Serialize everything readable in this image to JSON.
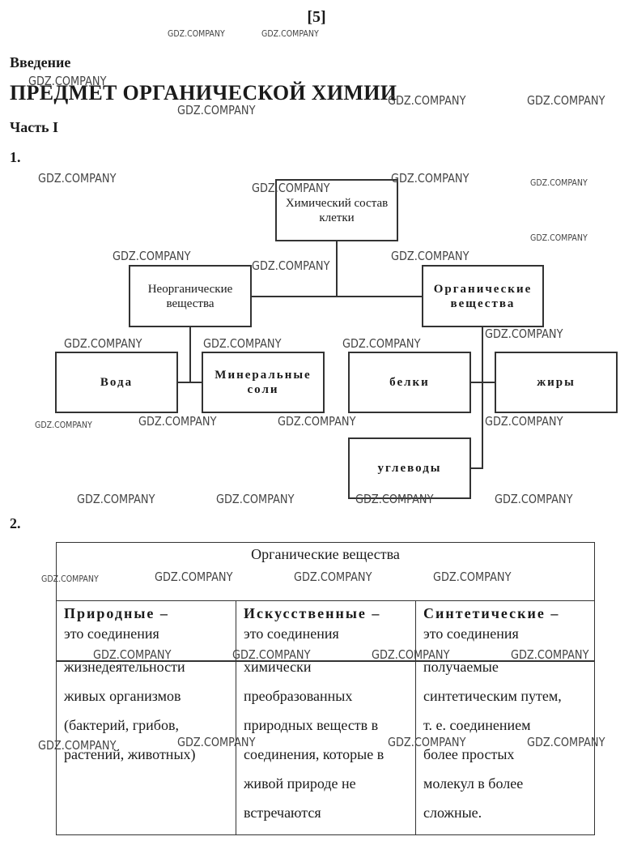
{
  "header": {
    "page_number": "[5]"
  },
  "doc": {
    "intro": "Введение",
    "title": "ПРЕДМЕТ ОРГАНИЧЕСКОЙ ХИМИИ",
    "part": "Часть I",
    "task1": "1.",
    "task2": "2."
  },
  "diagram": {
    "root": "Химический состав клетки",
    "inorganic": "Неорганические вещества",
    "organic": "Органические вещества",
    "water": "Вода",
    "minerals": "Минеральные соли",
    "proteins": "белки",
    "fats": "жиры",
    "carbs": "углеводы"
  },
  "table": {
    "header": "Органические вещества",
    "columns": [
      {
        "title": "Природные –",
        "lines": [
          "это соединения",
          "жизнедеятельности",
          "живых организмов",
          "(бактерий, грибов,",
          "растений, животных)"
        ]
      },
      {
        "title": "Искусственные –",
        "lines": [
          "это соединения",
          "химически",
          "преобразованных",
          "природных веществ в",
          "соединения, которые в",
          "живой природе не",
          "встречаются"
        ]
      },
      {
        "title": "Синтетические –",
        "lines": [
          "это соединения",
          "получаемые",
          "синтетическим путем,",
          "т. е. соединением",
          "более простых",
          "молекул в более",
          "сложные."
        ]
      }
    ]
  },
  "watermark": "GDZ.COMPANY"
}
